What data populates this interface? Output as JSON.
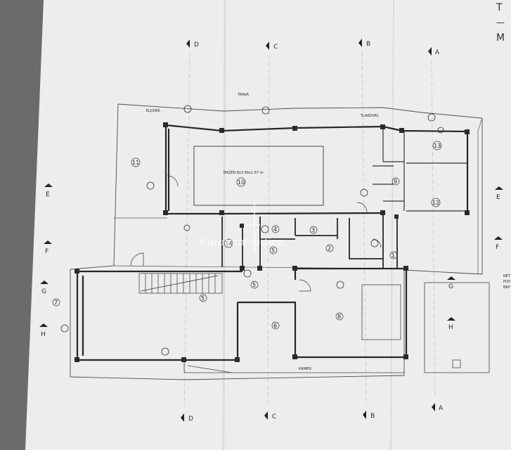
{
  "sheet_header": {
    "letter_top": "T",
    "letter_mid": "—",
    "letter_bottom": "M"
  },
  "section_markers": {
    "top": [
      "D",
      "C",
      "B",
      "A"
    ],
    "bottom": [
      "D",
      "C",
      "B",
      "A"
    ],
    "left": [
      "E",
      "F",
      "G",
      "H"
    ],
    "right": [
      "E",
      "F",
      "G",
      "H"
    ]
  },
  "area_labels": {
    "trava": "TRAVA",
    "maslinik": "ELJONIK",
    "tlakovac": "TLAKOVAC",
    "kamen": "KAMEN",
    "pool": "BAZEN 8x3.56x1.67 m"
  },
  "rooms": [
    {
      "num": "1"
    },
    {
      "num": "2"
    },
    {
      "num": "3"
    },
    {
      "num": "4"
    },
    {
      "num": "5"
    },
    {
      "num": "5"
    },
    {
      "num": "5"
    },
    {
      "num": "6"
    },
    {
      "num": "7"
    },
    {
      "num": "8"
    },
    {
      "num": "9"
    },
    {
      "num": "10"
    },
    {
      "num": "11"
    },
    {
      "num": "12"
    },
    {
      "num": "13"
    },
    {
      "num": "14"
    }
  ],
  "legend_stub": {
    "line1": "NET",
    "line2": "POV",
    "line3": "BRP"
  },
  "watermark": "EuroImmobilien"
}
